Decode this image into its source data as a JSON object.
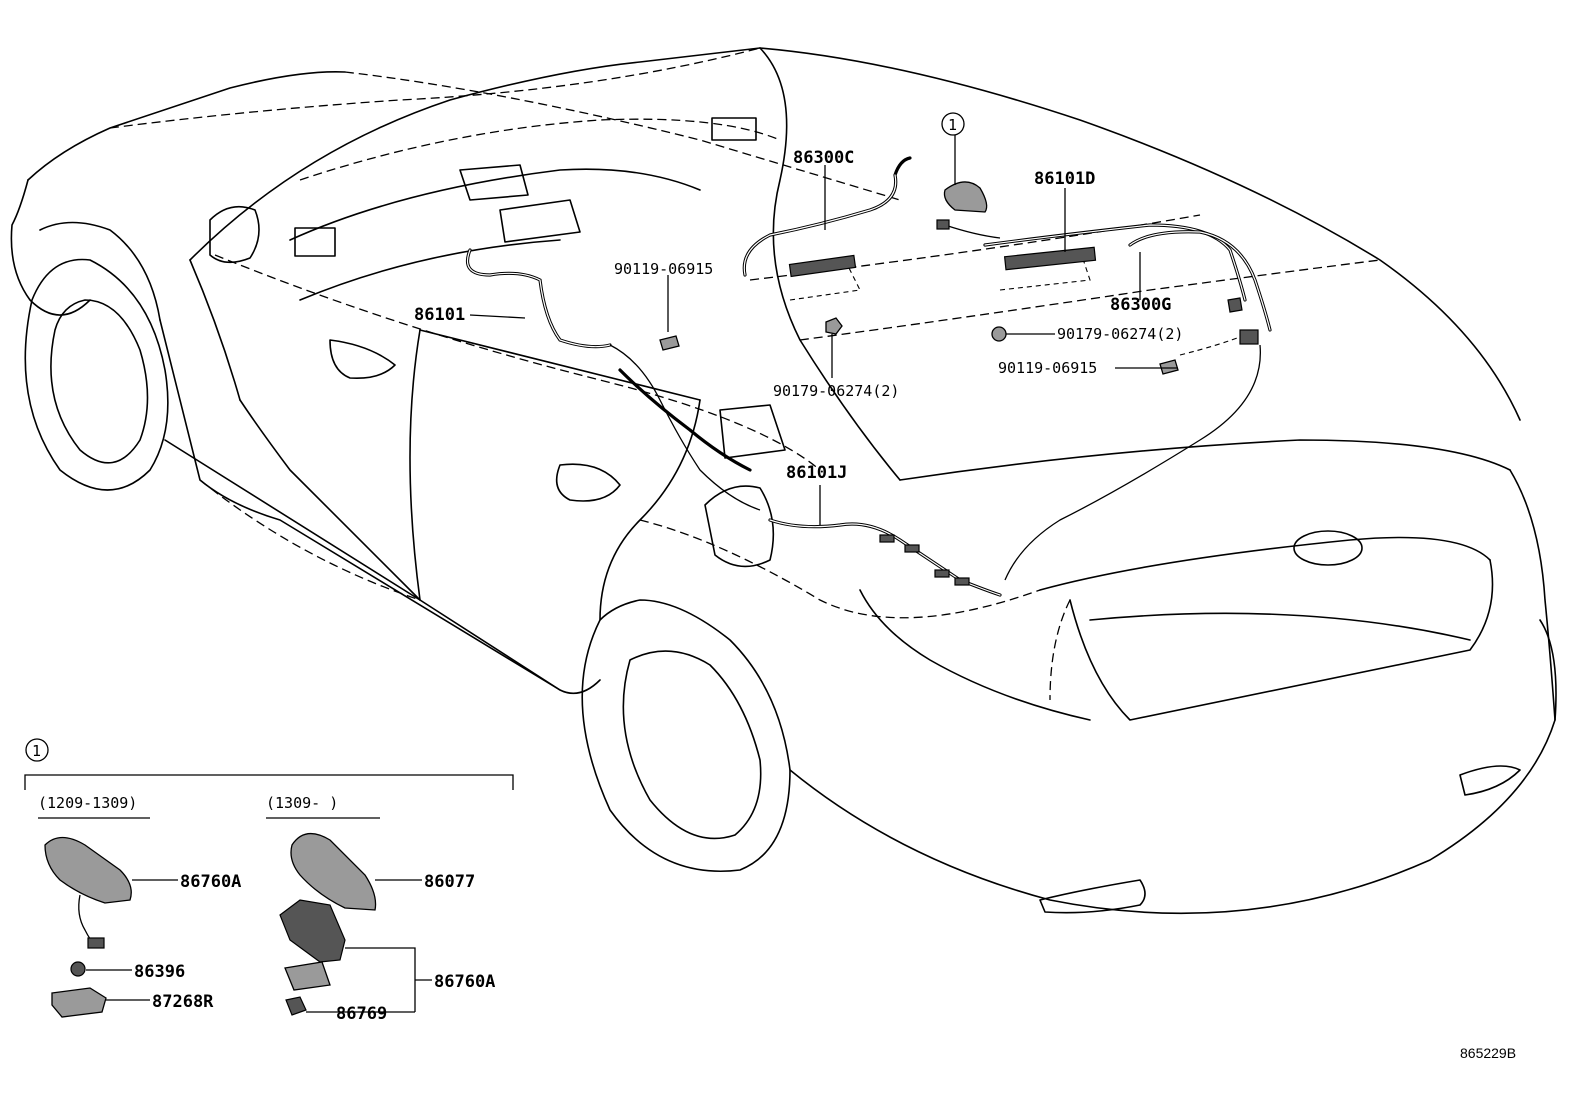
{
  "diagram_code": "865229B",
  "callout_marker": "1",
  "labels": {
    "p86300C": "86300C",
    "p86101D": "86101D",
    "p90119_06915_top": "90119-06915",
    "p86101": "86101",
    "p86300G": "86300G",
    "p90179_06274_right": "90179-06274(2)",
    "p90119_06915_right": "90119-06915",
    "p90179_06274_center": "90179-06274(2)",
    "p86101J": "86101J"
  },
  "inset": {
    "marker": "1",
    "period_left": "(1209-1309)",
    "period_right": "(1309-        )",
    "left_parts": {
      "antenna": "86760A",
      "nut": "86396",
      "bracket": "87268R"
    },
    "right_parts": {
      "cover": "86077",
      "antenna": "86760A",
      "pad": "86769"
    }
  }
}
